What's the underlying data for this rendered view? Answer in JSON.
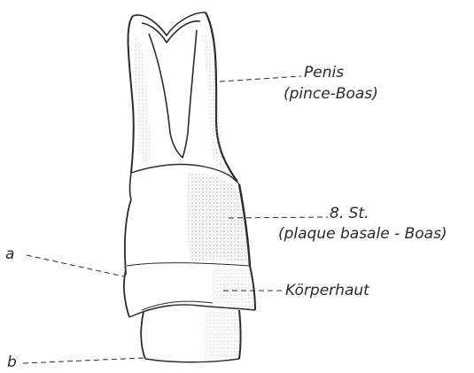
{
  "labels": {
    "penis": "Penis",
    "penis_note": "(pince-Boas)",
    "segment": "8. St.",
    "segment_note": "(plaque basale - Boas)",
    "skin": "Körperhaut",
    "a": "a",
    "b": "b"
  },
  "colors": {
    "ink": "#2a2a2a",
    "stipple": "#bdbdbd",
    "paper": "#ffffff"
  }
}
